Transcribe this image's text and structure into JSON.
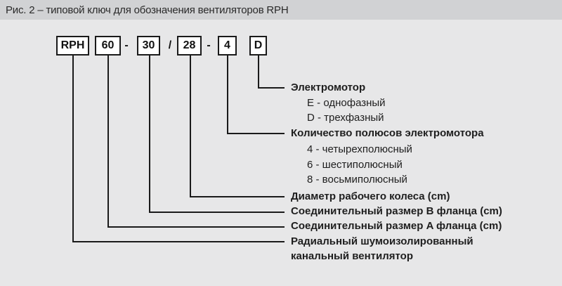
{
  "title": "Рис. 2 – типовой ключ для обозначения вентиляторов RPH",
  "code": {
    "prefix": "RPH",
    "flange_a_size": "60",
    "sep1": "-",
    "flange_b_size": "30",
    "sep2": "/",
    "impeller_size": "28",
    "sep3": "-",
    "poles": "4",
    "motor": "D"
  },
  "legend": {
    "motor_heading": "Электромотор",
    "motor_item_e": "E - однофазный",
    "motor_item_d": "D - трехфазный",
    "poles_heading": "Количество полюсов электромотора",
    "poles_item_4": "4 - четырехполюсный",
    "poles_item_6": "6 - шестиполюсный",
    "poles_item_8": "8 - восьмиполюсный",
    "impeller_label": "Диаметр рабочего колеса (cm)",
    "flange_b_label": "Соединительный размер B фланца (cm)",
    "flange_a_label": "Соединительный размер A фланца (cm)",
    "fan_type_label": "Радиальный шумоизолированный\nканальный вентилятор"
  },
  "colors": {
    "background": "#e7e7e8",
    "title_band": "#d1d2d4",
    "box_fill": "#ffffff",
    "line": "#1a1a1a",
    "text": "#1e1e1e"
  }
}
